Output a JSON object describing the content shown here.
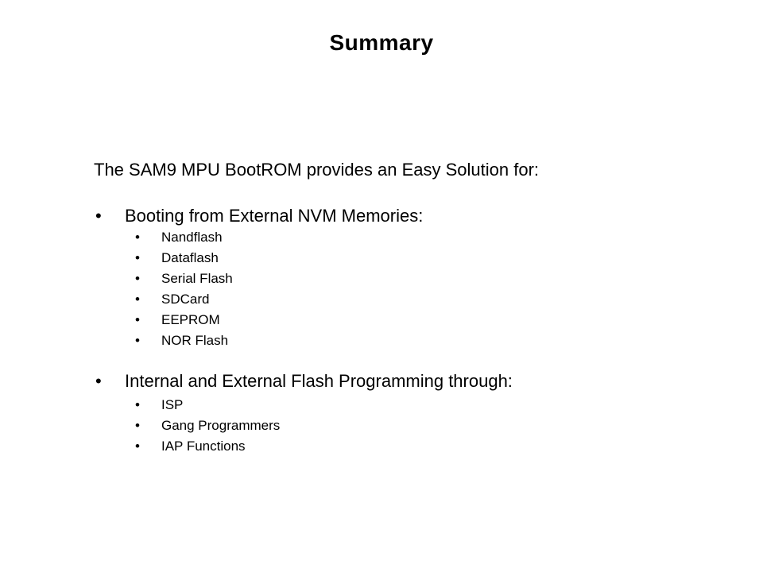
{
  "slide": {
    "title": "Summary",
    "intro": "The SAM9 MPU BootROM provides an Easy Solution for:",
    "sections": [
      {
        "heading": "Booting from External NVM Memories:",
        "items": [
          "Nandflash",
          "Dataflash",
          "Serial Flash",
          "SDCard",
          "EEPROM",
          "NOR Flash"
        ]
      },
      {
        "heading": "Internal and External Flash Programming through:",
        "items": [
          "ISP",
          "Gang Programmers",
          "IAP Functions"
        ]
      }
    ],
    "colors": {
      "background": "#ffffff",
      "text": "#000000"
    }
  }
}
